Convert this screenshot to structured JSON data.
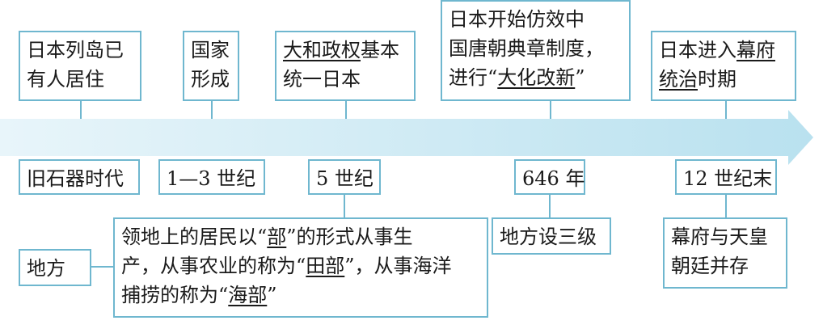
{
  "top_events": [
    {
      "lines": [
        [
          {
            "t": "日本列岛已"
          }
        ],
        [
          {
            "t": "有人居住"
          }
        ]
      ]
    },
    {
      "lines": [
        [
          {
            "t": "国家"
          }
        ],
        [
          {
            "t": "形成"
          }
        ]
      ]
    },
    {
      "lines": [
        [
          {
            "t": "大和政权",
            "u": true
          },
          {
            "t": "基本"
          }
        ],
        [
          {
            "t": "统一日本"
          }
        ]
      ]
    },
    {
      "lines": [
        [
          {
            "t": "日本开始仿效中"
          }
        ],
        [
          {
            "t": "国唐朝典章制度，"
          }
        ],
        [
          {
            "t": "进行“"
          },
          {
            "t": "大化改新",
            "u": true
          },
          {
            "t": "”"
          }
        ]
      ]
    },
    {
      "lines": [
        [
          {
            "t": "日本进入"
          },
          {
            "t": "幕府",
            "u": true
          }
        ],
        [
          {
            "t": "统治",
            "u": true
          },
          {
            "t": "时期"
          }
        ]
      ]
    }
  ],
  "periods": [
    "旧石器时代",
    "1—3 世纪",
    "5 世纪",
    "646 年",
    "12 世纪末"
  ],
  "bottom": {
    "label": "地方",
    "note": {
      "lines": [
        [
          {
            "t": "领地上的居民以“"
          },
          {
            "t": "部",
            "u": true
          },
          {
            "t": "”的形式从事生"
          }
        ],
        [
          {
            "t": "产，从事农业的称为“"
          },
          {
            "t": "田部",
            "u": true
          },
          {
            "t": "”，从事海洋"
          }
        ],
        [
          {
            "t": "捕捞的称为“"
          },
          {
            "t": "海部",
            "u": true
          },
          {
            "t": "”"
          }
        ]
      ]
    },
    "reform": "地方设三级",
    "late": {
      "lines": [
        [
          {
            "t": "幕府与天皇"
          }
        ],
        [
          {
            "t": "朝廷并存"
          }
        ]
      ]
    }
  },
  "colors": {
    "arrow": "#c9e8f3",
    "border": "#6fb7cf",
    "text": "#1a1a1a"
  }
}
